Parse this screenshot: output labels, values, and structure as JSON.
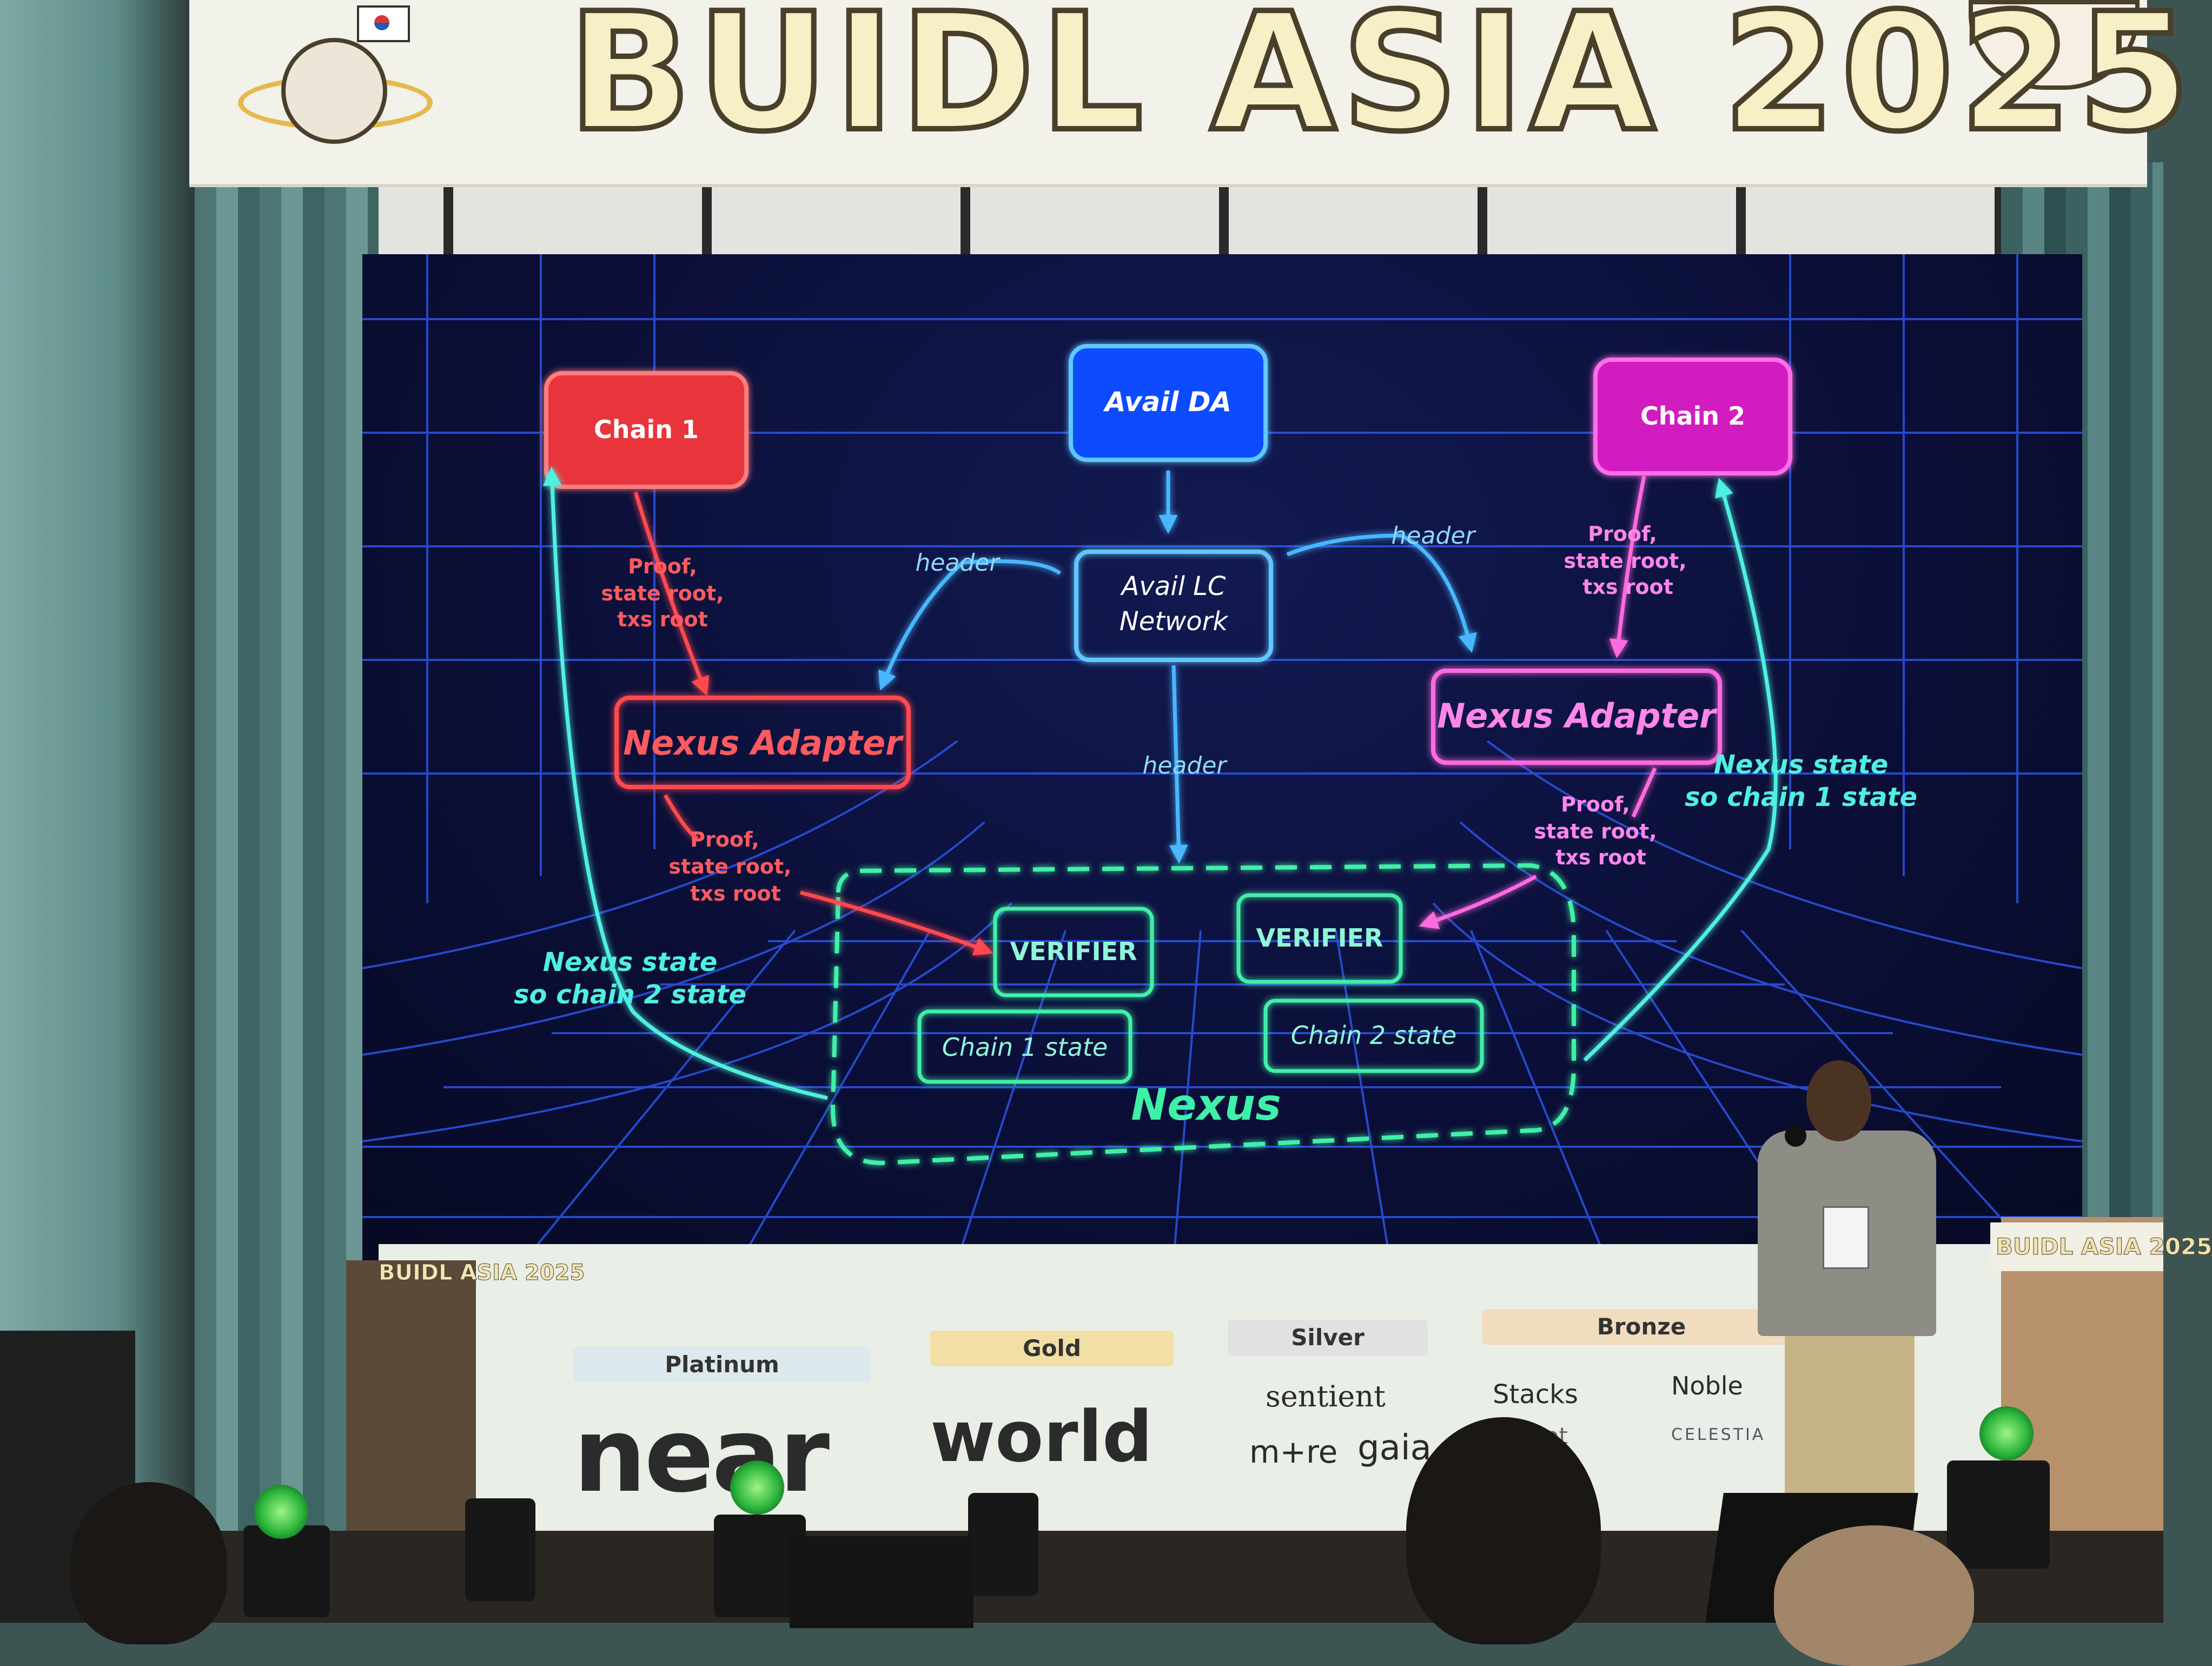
{
  "banner": {
    "title": "BUIDL ASIA 2025"
  },
  "diagram": {
    "chain1": "Chain 1",
    "avail_da": "Avail DA",
    "chain2": "Chain 2",
    "avail_lc": [
      "Avail LC",
      "Network"
    ],
    "nexus_adapter_left": "Nexus Adapter",
    "nexus_adapter_right": "Nexus Adapter",
    "verifier_left": "VERIFIER",
    "verifier_right": "VERIFIER",
    "chain1_state": "Chain 1 state",
    "chain2_state": "Chain 2 state",
    "nexus": "Nexus",
    "header": "header",
    "proof": [
      "Proof,",
      "state root,",
      "txs root"
    ],
    "nexus_state_left": [
      "Nexus state",
      "so chain 2 state"
    ],
    "nexus_state_right": [
      "Nexus state",
      "so chain 1 state"
    ],
    "colors": {
      "red": "#ff4a4f",
      "blue": "#1a5cff",
      "magenta": "#ff35d6",
      "cyan": "#4ff0e0",
      "green": "#3ff0a8",
      "grid": "#2f5dff"
    }
  },
  "sponsors": {
    "tiers": {
      "platinum": "Platinum",
      "gold": "Gold",
      "silver": "Silver",
      "bronze": "Bronze"
    },
    "near": "near",
    "world": "world",
    "sentient": "sentient",
    "more": "m+re",
    "gaia": "gaia",
    "stacks": "Stacks",
    "partial": "not",
    "noble": "Noble",
    "celestia": "CELESTIA"
  },
  "lectern_sign": "BUIDL ASIA 2025",
  "podium_sign": "BUIDL ASIA 2025"
}
